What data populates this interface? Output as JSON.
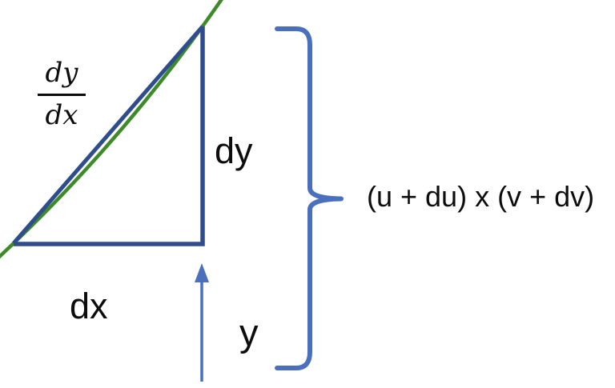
{
  "colors": {
    "background": "#ffffff",
    "navy_blue": "#2f4d8c",
    "accent_blue": "#4a6fbd",
    "curve_green": "#3e8a29",
    "text_black": "#0d0d0d"
  },
  "labels": {
    "slope_fraction": {
      "numerator": "dy",
      "denominator": "dx"
    },
    "dy_label": "dy",
    "dx_label": "dx",
    "y_label": "y",
    "product_expression": "(u + du) x (v + dv)"
  }
}
